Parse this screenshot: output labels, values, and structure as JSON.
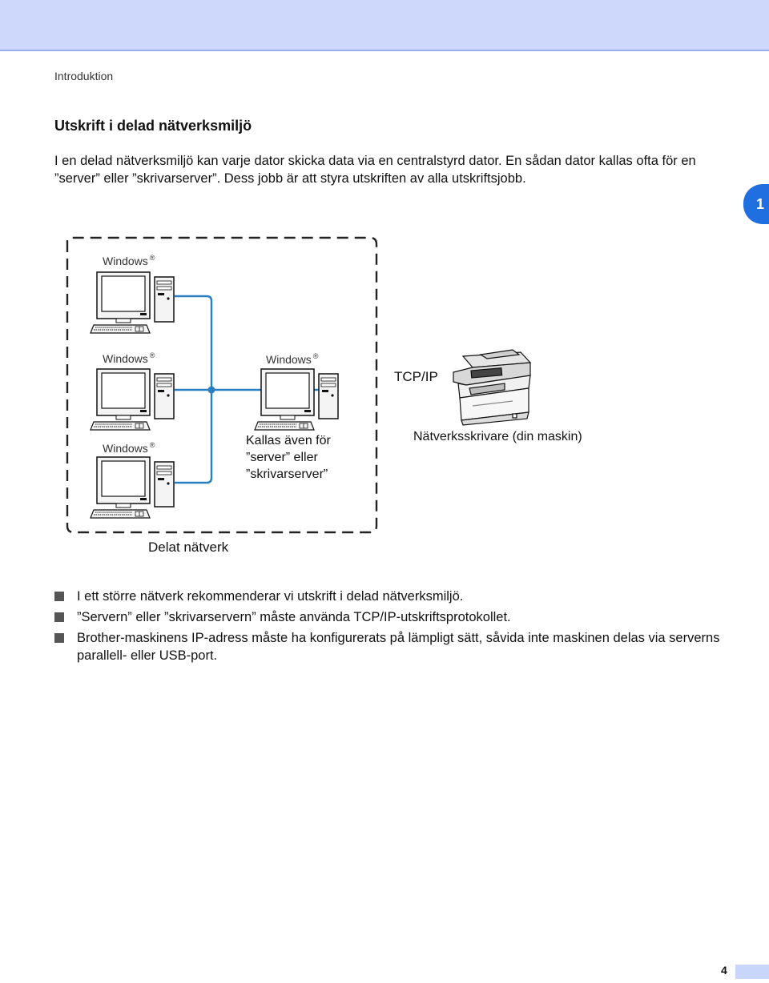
{
  "header": {
    "running_head": "Introduktion",
    "chapter_tab": "1"
  },
  "section": {
    "title": "Utskrift i delad nätverksmiljö",
    "intro": "I en delad nätverksmiljö kan varje dator skicka data via en centralstyrd dator. En sådan dator kallas ofta för en ”server” eller ”skrivarserver”. Dess jobb är att styra utskriften av alla utskriftsjobb."
  },
  "diagram": {
    "computer_label": "Windows",
    "registered_mark": "®",
    "server_caption": [
      "Kallas även för",
      "”server” eller",
      "”skrivarserver”"
    ],
    "protocol_label": "TCP/IP",
    "printer_caption": "Nätverksskrivare (din maskin)",
    "network_caption": "Delat nätverk",
    "colors": {
      "network_line": "#2a7ec2",
      "dashed_border": "#222222"
    }
  },
  "bullets": [
    "I ett större nätverk rekommenderar vi utskrift i delad nätverksmiljö.",
    "”Servern” eller ”skrivarservern” måste använda TCP/IP-utskriftsprotokollet.",
    "Brother-maskinens IP-adress måste ha konfigurerats på lämpligt sätt, såvida inte maskinen delas via serverns parallell- eller USB-port."
  ],
  "footer": {
    "page_number": "4"
  }
}
